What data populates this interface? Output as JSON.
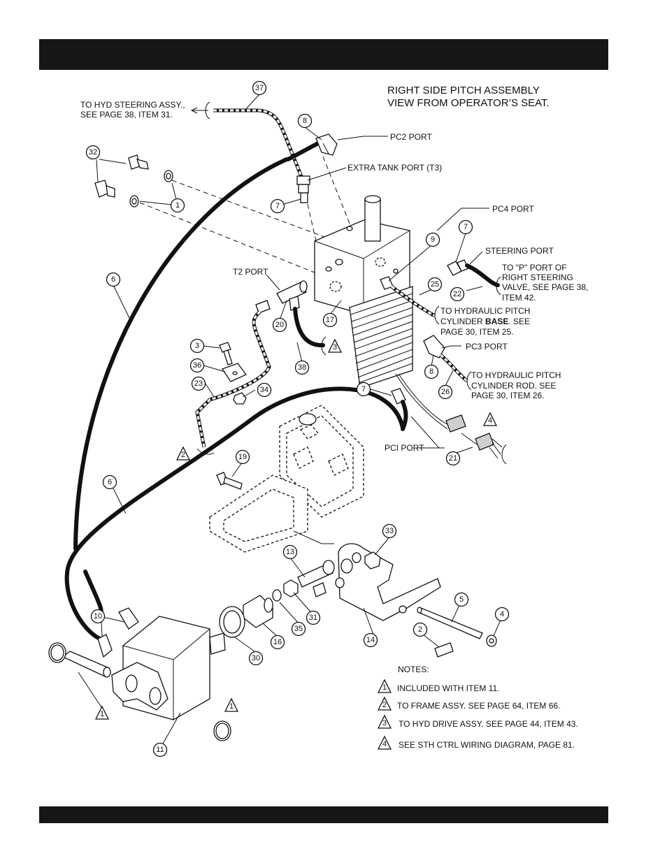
{
  "header": {
    "title": ""
  },
  "footer": {
    "text": ""
  },
  "diagram": {
    "title_lines": [
      "RIGHT SIDE PITCH  ASSEMBLY",
      "VIEW FROM OPERATOR’S SEAT."
    ],
    "labels": {
      "to_hyd_steering_1": "TO HYD STEERING ASSY.,",
      "to_hyd_steering_2": "SEE PAGE 38, ITEM 31.",
      "pc2_port": "PC2  PORT",
      "extra_tank_port": "EXTRA TANK  PORT (T3)",
      "pc4_port": "PC4  PORT",
      "steering_port": "STEERING PORT",
      "to_p_port_1": "TO \"P\" PORT OF",
      "to_p_port_2": "RIGHT STEERING",
      "to_p_port_3": "VALVE, SEE PAGE 38,",
      "to_p_port_4": "ITEM 42.",
      "t2_port": "T2  PORT",
      "to_pitch_base_1": "TO HYDRAULIC PITCH",
      "to_pitch_base_2a": "CYLINDER ",
      "to_pitch_base_2b": "BASE",
      "to_pitch_base_2c": ". SEE",
      "to_pitch_base_3": "PAGE 30, ITEM 25.",
      "pc3_port": "PC3 PORT",
      "to_pitch_rod_1": "TO HYDRAULIC PITCH",
      "to_pitch_rod_2": "CYLINDER ROD. SEE",
      "to_pitch_rod_3": "PAGE 30, ITEM 26.",
      "pci_port": "PCI PORT"
    },
    "callouts": [
      "37",
      "8",
      "32",
      "1",
      "7",
      "9",
      "7",
      "6",
      "25",
      "22",
      "3",
      "20",
      "17",
      "36",
      "23",
      "34",
      "38",
      "8",
      "26",
      "7",
      "21",
      "19",
      "6",
      "33",
      "13",
      "10",
      "5",
      "4",
      "2",
      "31",
      "35",
      "16",
      "30",
      "14",
      "11"
    ],
    "flags": [
      "3",
      "2",
      "4",
      "1",
      "1"
    ],
    "notes": {
      "heading": "NOTES:",
      "items": [
        {
          "num": "1",
          "text": "INCLUDED WITH ITEM 11."
        },
        {
          "num": "2",
          "text": "TO FRAME ASSY. SEE PAGE 64, ITEM 66."
        },
        {
          "num": "3",
          "text": "TO HYD DRIVE ASSY. SEE  PAGE  44, ITEM 43."
        },
        {
          "num": "4",
          "text": "SEE STH CTRL WIRING DIAGRAM, PAGE 81."
        }
      ]
    }
  }
}
